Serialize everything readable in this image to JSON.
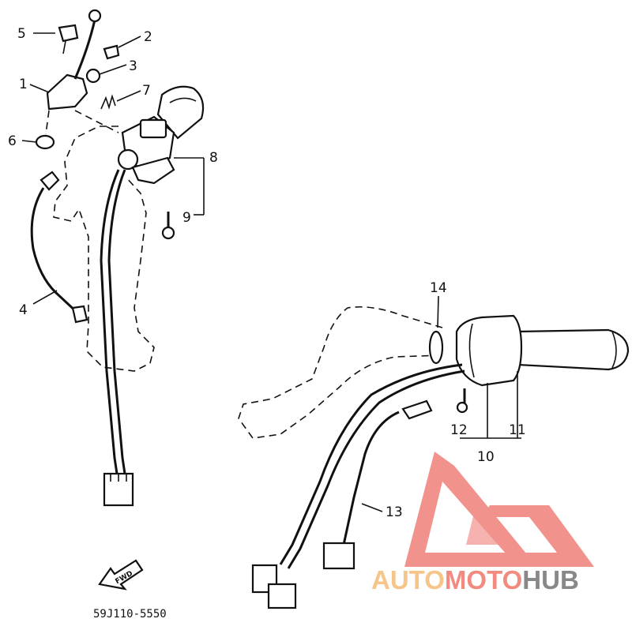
{
  "callouts": {
    "c1": "1",
    "c2": "2",
    "c3": "3",
    "c4": "4",
    "c5": "5",
    "c6": "6",
    "c7": "7",
    "c8": "8",
    "c9": "9",
    "c10": "10",
    "c11": "11",
    "c12": "12",
    "c13": "13",
    "c14": "14"
  },
  "diagram_code": "59J110-5550",
  "forward_arrow_label": "FWD",
  "watermark": {
    "part1": "AUTO",
    "part2": "MOTO",
    "part3": "HUB",
    "color_auto": "#f5c58a",
    "color_moto": "#f28a80",
    "color_hub": "#888888",
    "logo_color": "#f07f78"
  }
}
